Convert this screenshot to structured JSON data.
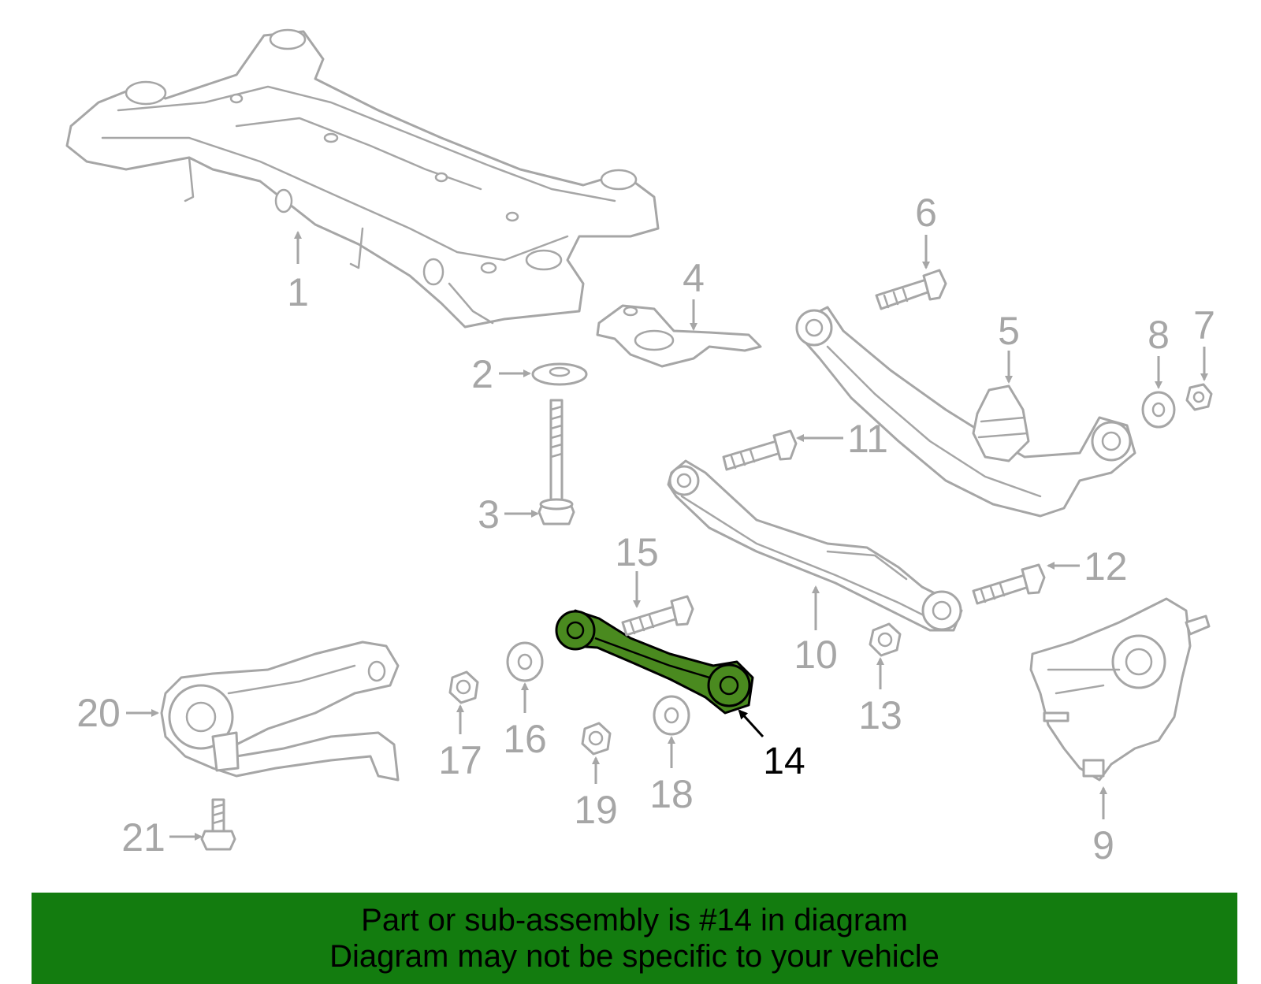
{
  "highlight_color": "#4a8a1f",
  "banner": {
    "background": "#137c0f",
    "line1": "Part or sub-assembly is #14 in diagram",
    "line2": "Diagram may not be specific to your vehicle"
  },
  "callouts": {
    "c1": "1",
    "c2": "2",
    "c3": "3",
    "c4": "4",
    "c5": "5",
    "c6": "6",
    "c7": "7",
    "c8": "8",
    "c9": "9",
    "c10": "10",
    "c11": "11",
    "c12": "12",
    "c13": "13",
    "c14": "14",
    "c15": "15",
    "c16": "16",
    "c17": "17",
    "c18": "18",
    "c19": "19",
    "c20": "20",
    "c21": "21"
  }
}
